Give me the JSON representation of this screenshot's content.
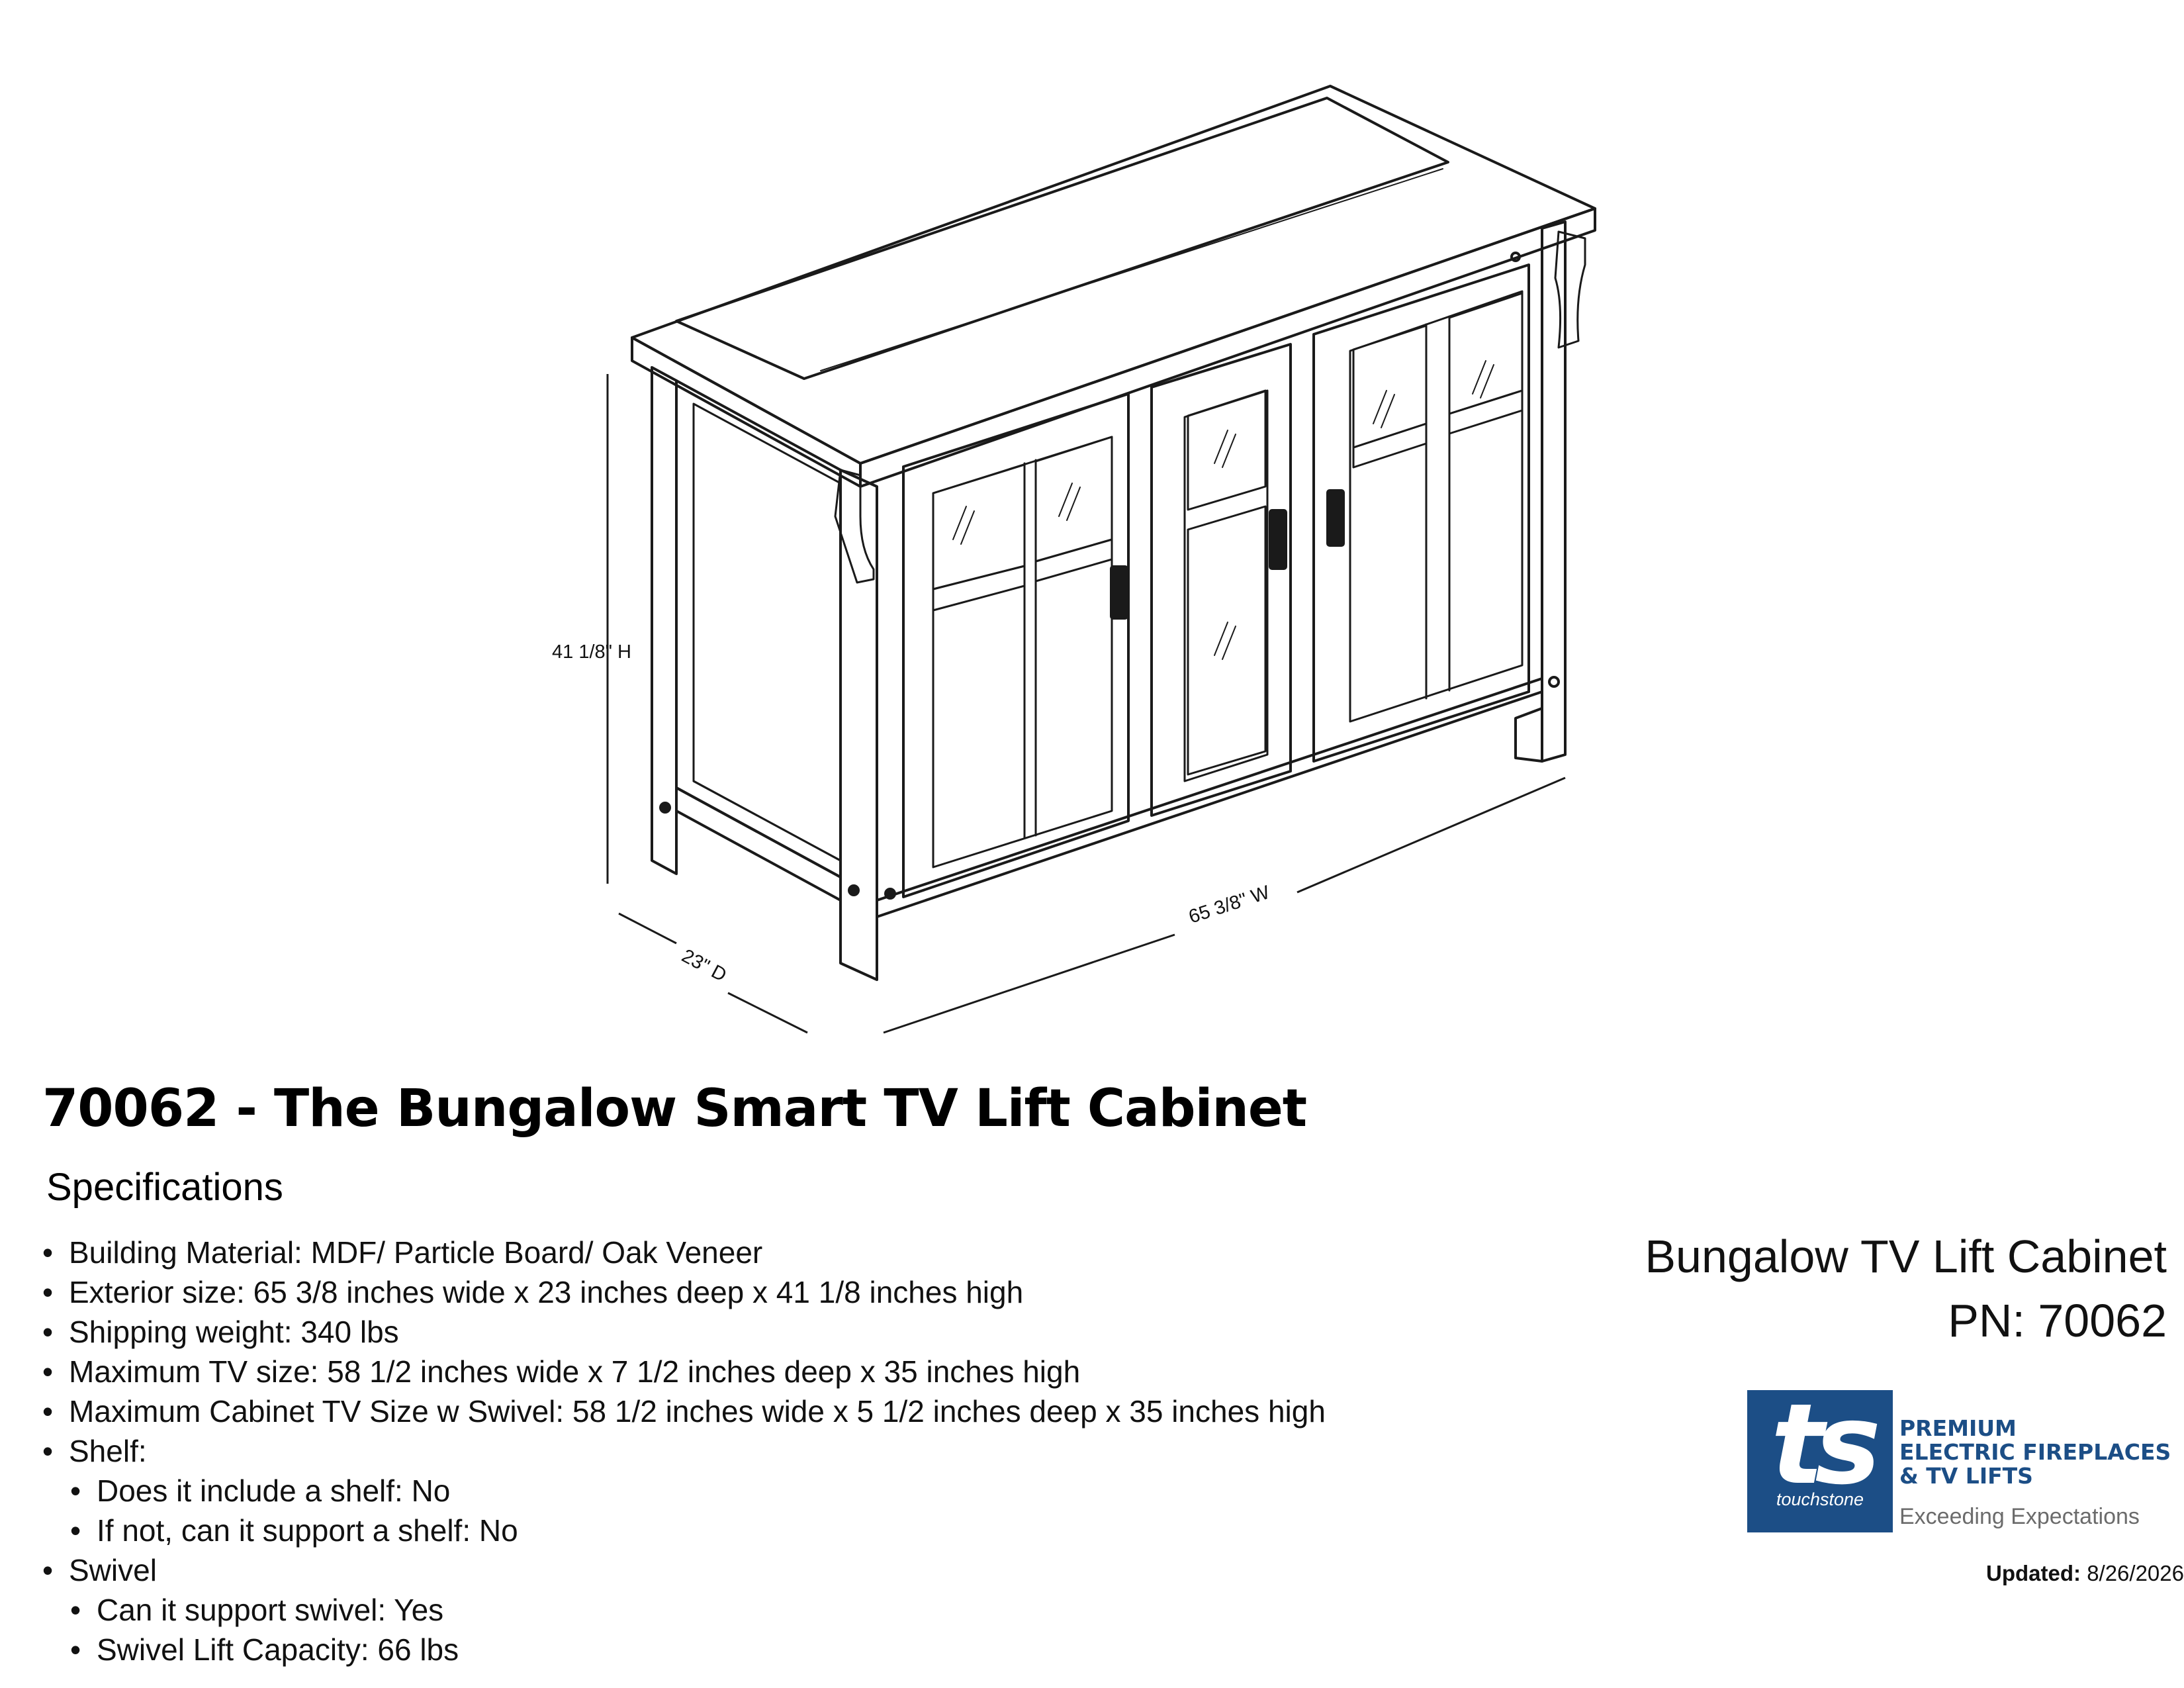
{
  "drawing": {
    "dim_height": "41 1/8\" H",
    "dim_width": "65 3/8\" W",
    "dim_depth": "23\" D"
  },
  "title": "70062 - The Bungalow Smart TV Lift Cabinet",
  "spec_heading": "Specifications",
  "bullet_glyph": "•",
  "specs": [
    {
      "text": "Building Material: MDF/ Particle Board/ Oak Veneer"
    },
    {
      "text": "Exterior size: 65 3/8 inches wide x 23 inches deep x 41 1/8 inches high"
    },
    {
      "text": "Shipping weight:  340 lbs"
    },
    {
      "text": "Maximum TV size: 58 1/2 inches wide x 7 1/2 inches deep x 35 inches high"
    },
    {
      "text": "Maximum Cabinet TV Size w Swivel: 58 1/2 inches wide x 5 1/2 inches deep x 35 inches high"
    },
    {
      "text": "Shelf:"
    },
    {
      "text": "Does it include a shelf: No"
    },
    {
      "text": "If not, can it support a shelf: No"
    },
    {
      "text": "Swivel"
    },
    {
      "text": "Can it support swivel: Yes"
    },
    {
      "text": "Swivel Lift Capacity: 66 lbs"
    }
  ],
  "product_name": "Bungalow TV Lift Cabinet",
  "part_number": "PN: 70062",
  "logo": {
    "mark": "ts",
    "brand": "touchstone",
    "line1": "PREMIUM",
    "line2": "ELECTRIC FIREPLACES",
    "line3": "& TV LIFTS",
    "tagline": "Exceeding Expectations",
    "color_primary": "#1c4e86",
    "color_tagline": "#6b6b6b"
  },
  "updated": {
    "label": "Updated:",
    "date": "8/26/2026"
  }
}
